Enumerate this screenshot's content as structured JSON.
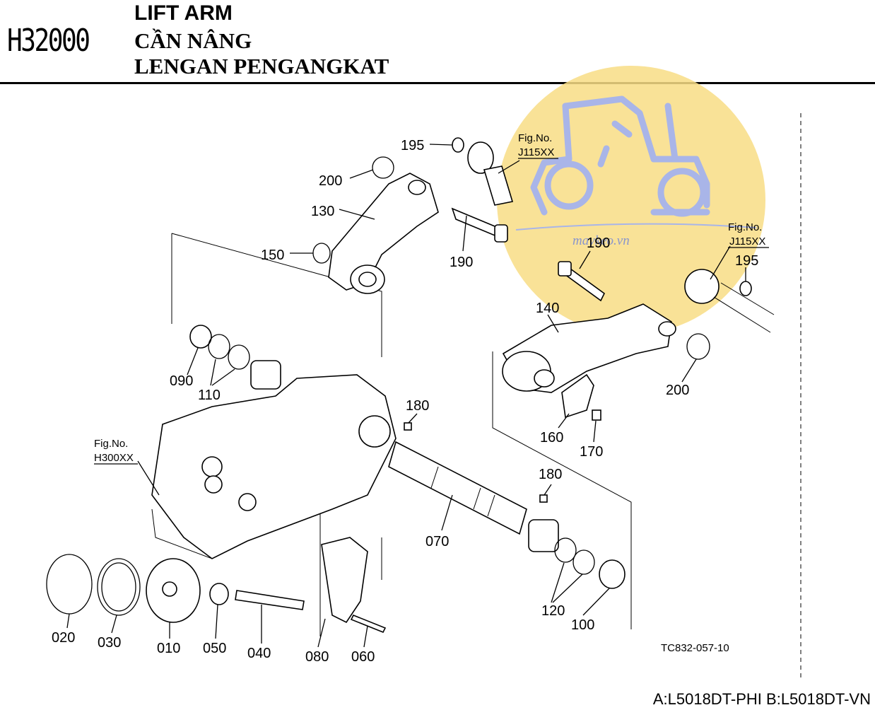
{
  "header": {
    "code": "H32000",
    "title_en": "LIFT ARM",
    "title_vi": "CẦN NÂNG",
    "title_id": "LENGAN PENGANGKAT"
  },
  "watermark": {
    "text": "maykeo.vn",
    "color": "#f7dc7f",
    "icon": "tractor-icon",
    "icon_color": "#a8b4e6"
  },
  "fig_refs": {
    "j115_top": {
      "label": "Fig.No.",
      "code": "J115XX"
    },
    "j115_right": {
      "label": "Fig.No.",
      "code": "J115XX"
    },
    "h300": {
      "label": "Fig.No.",
      "code": "H300XX"
    }
  },
  "parts": {
    "p195a": "195",
    "p200a": "200",
    "p130": "130",
    "p150": "150",
    "p190a": "190",
    "p190b": "190",
    "p195b": "195",
    "p140": "140",
    "p200b": "200",
    "p090": "090",
    "p110": "110",
    "p180a": "180",
    "p160": "160",
    "p170": "170",
    "p180b": "180",
    "p070": "070",
    "p120": "120",
    "p100": "100",
    "p020": "020",
    "p030": "030",
    "p010": "010",
    "p050": "050",
    "p040": "040",
    "p080": "080",
    "p060": "060"
  },
  "drawing_code": "TC832-057-10",
  "footer": "A:L5018DT-PHI B:L5018DT-VN"
}
